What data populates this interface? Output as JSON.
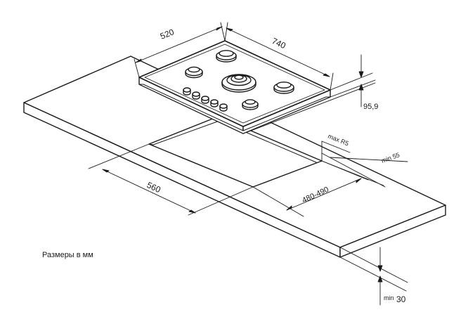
{
  "dimensions": {
    "hob_depth": "520",
    "hob_width": "740",
    "hob_height": "95,9",
    "max_radius": "max R5",
    "min_clearance_right": "min 55",
    "cutout_depth": "560",
    "cutout_width": "480-490",
    "min_worktop_thickness_prefix": "min",
    "min_worktop_thickness_value": "30"
  },
  "note": "Размеры в мм",
  "colors": {
    "line": "#1a1a1a",
    "background": "#ffffff"
  }
}
